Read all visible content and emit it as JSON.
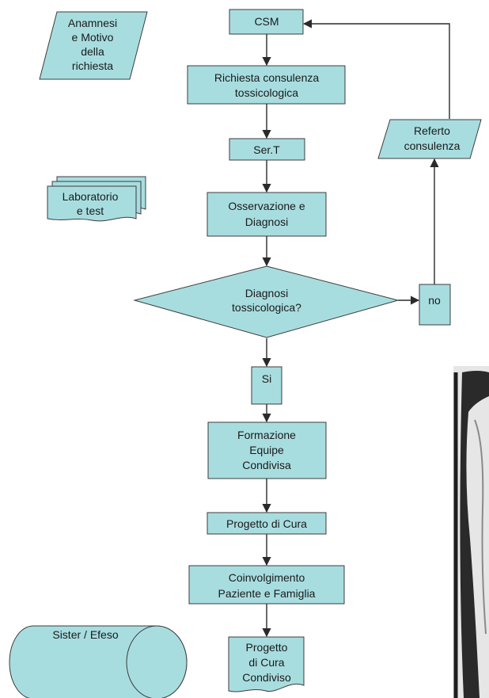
{
  "colors": {
    "fill": "#a8dde0",
    "stroke": "#3c3c3c",
    "line": "#2a2a2a",
    "text": "#1a1a1a"
  },
  "nodes": {
    "anamnesi": {
      "shape": "parallelogram",
      "lines": [
        "Anamnesi",
        "e Motivo",
        "della",
        "richiesta"
      ]
    },
    "csm": {
      "shape": "process",
      "lines": [
        "CSM"
      ]
    },
    "richiesta": {
      "shape": "process",
      "lines": [
        "Richiesta consulenza",
        "tossicologica"
      ]
    },
    "sert": {
      "shape": "process",
      "lines": [
        "Ser.T"
      ]
    },
    "laboratorio": {
      "shape": "multi-document",
      "lines": [
        "Laboratorio",
        "e test"
      ]
    },
    "osservazione": {
      "shape": "process",
      "lines": [
        "Osservazione e",
        "Diagnosi"
      ]
    },
    "decision": {
      "shape": "decision",
      "lines": [
        "Diagnosi",
        "tossicologica?"
      ]
    },
    "no": {
      "shape": "process",
      "lines": [
        "no"
      ]
    },
    "referto": {
      "shape": "parallelogram",
      "lines": [
        "Referto",
        "consulenza"
      ]
    },
    "si": {
      "shape": "process",
      "lines": [
        "Si"
      ]
    },
    "formazione": {
      "shape": "process",
      "lines": [
        "Formazione",
        "Equipe",
        "Condivisa"
      ]
    },
    "progetto": {
      "shape": "process",
      "lines": [
        "Progetto di Cura"
      ]
    },
    "coinvolgimento": {
      "shape": "process",
      "lines": [
        "Coinvolgimento",
        "Paziente e Famiglia"
      ]
    },
    "sister": {
      "shape": "cylinder",
      "lines": [
        "Sister / Efeso"
      ]
    },
    "progetto_condiviso": {
      "shape": "document",
      "lines": [
        "Progetto",
        "di Cura",
        "Condiviso"
      ]
    }
  }
}
